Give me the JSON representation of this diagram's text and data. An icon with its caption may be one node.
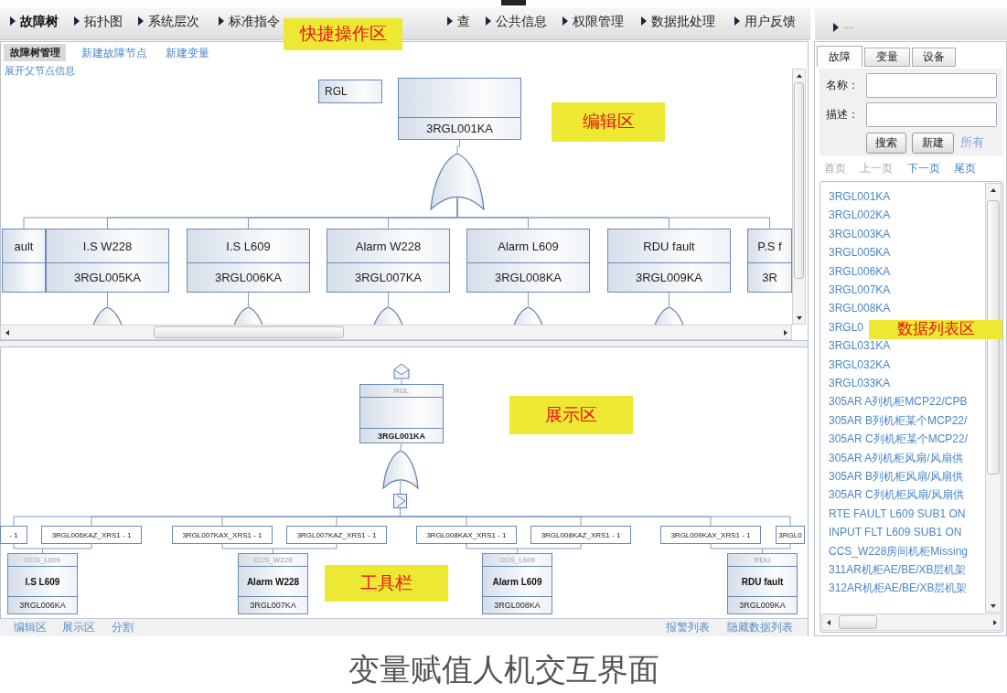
{
  "diagram": {
    "caption": "变量赋值人机交互界面",
    "nodes": [
      {
        "text": [
          "RGL"
        ]
      },
      {
        "text": [
          "3RGL001KA"
        ]
      },
      {
        "text": [],
        "shape": "gate"
      },
      {
        "text": [
          "ault"
        ]
      },
      {
        "text": [
          "I.S W228",
          "3RGL005KA"
        ]
      },
      {
        "text": [
          "I.S L609",
          "3RGL006KA"
        ]
      },
      {
        "text": [
          "Alarm W228",
          "3RGL007KA"
        ]
      },
      {
        "text": [
          "Alarm L609",
          "3RGL008KA"
        ]
      },
      {
        "text": [
          "RDU fault",
          "3RGL009KA"
        ]
      },
      {
        "text": [
          "P.S f",
          "3R"
        ]
      },
      {
        "text": [],
        "shape": "gate"
      },
      {
        "text": [],
        "shape": "gate"
      },
      {
        "text": [],
        "shape": "gate"
      },
      {
        "text": [],
        "shape": "gate"
      },
      {
        "text": [],
        "shape": "gate"
      },
      {
        "text": [],
        "shape": "house"
      },
      {
        "text": [
          "RGL",
          "3RGL001KA"
        ]
      },
      {
        "text": [],
        "shape": "gate"
      },
      {
        "text": [],
        "shape": "box"
      },
      {
        "text": [
          "- 1"
        ]
      },
      {
        "text": [
          "3RGL006KAZ_XRS1 - 1"
        ]
      },
      {
        "text": [
          "3RGL007KAX_XRS1 - 1"
        ]
      },
      {
        "text": [
          "3RGL007KAZ_XRS1 - 1"
        ]
      },
      {
        "text": [
          "3RGL008KAX_XRS1 - 1"
        ]
      },
      {
        "text": [
          "3RGL008KAZ_XRS1 - 1"
        ]
      },
      {
        "text": [
          "3RGL009KAX_XRS1 - 1"
        ]
      },
      {
        "text": [
          "3RGL0"
        ]
      },
      {
        "text": [
          "CCS_L609",
          "I.S L609",
          "3RGL006KA"
        ]
      },
      {
        "text": [
          "CCS_W228",
          "Alarm W228",
          "3RGL007KA"
        ]
      },
      {
        "text": [
          "CCS_L609",
          "Alarm L609",
          "3RGL008KA"
        ]
      },
      {
        "text": [
          "RDU",
          "RDU fault",
          "3RGL009KA"
        ]
      }
    ],
    "edges": [
      {
        "from": 1,
        "to": 2,
        "arrow": "none"
      },
      {
        "from": 2,
        "to": 3,
        "arrow": "none"
      },
      {
        "from": 2,
        "to": 4,
        "arrow": "none"
      },
      {
        "from": 2,
        "to": 5,
        "arrow": "none"
      },
      {
        "from": 2,
        "to": 6,
        "arrow": "none"
      },
      {
        "from": 2,
        "to": 7,
        "arrow": "none"
      },
      {
        "from": 2,
        "to": 8,
        "arrow": "none"
      },
      {
        "from": 2,
        "to": 9,
        "arrow": "none"
      },
      {
        "from": 4,
        "to": 10,
        "arrow": "none"
      },
      {
        "from": 5,
        "to": 11,
        "arrow": "none"
      },
      {
        "from": 6,
        "to": 12,
        "arrow": "none"
      },
      {
        "from": 7,
        "to": 13,
        "arrow": "none"
      },
      {
        "from": 8,
        "to": 14,
        "arrow": "none"
      },
      {
        "from": 15,
        "to": 16,
        "arrow": "none"
      },
      {
        "from": 16,
        "to": 17,
        "arrow": "none"
      },
      {
        "from": 17,
        "to": 18,
        "arrow": "none"
      },
      {
        "from": 18,
        "to": 19,
        "arrow": "none"
      },
      {
        "from": 18,
        "to": 20,
        "arrow": "none"
      },
      {
        "from": 18,
        "to": 21,
        "arrow": "none"
      },
      {
        "from": 18,
        "to": 22,
        "arrow": "none"
      },
      {
        "from": 18,
        "to": 23,
        "arrow": "none"
      },
      {
        "from": 18,
        "to": 24,
        "arrow": "none"
      },
      {
        "from": 18,
        "to": 25,
        "arrow": "none"
      },
      {
        "from": 18,
        "to": 26,
        "arrow": "none"
      },
      {
        "from": 19,
        "to": 27,
        "arrow": "none"
      },
      {
        "from": 20,
        "to": 27,
        "arrow": "none"
      },
      {
        "from": 21,
        "to": 28,
        "arrow": "none"
      },
      {
        "from": 22,
        "to": 28,
        "arrow": "none"
      },
      {
        "from": 23,
        "to": 29,
        "arrow": "none"
      },
      {
        "from": 24,
        "to": 29,
        "arrow": "none"
      },
      {
        "from": 25,
        "to": 30,
        "arrow": "none"
      },
      {
        "from": 26,
        "to": 30,
        "arrow": "none"
      }
    ],
    "labels": [
      "故障树",
      "拓扑图",
      "系统层次",
      "标准指令",
      "快捷操作区",
      "查",
      "公共信息",
      "权限管理",
      "数据批处理",
      "用户反馈",
      "....",
      "故障树管理",
      "新建故障节点",
      "新建变量",
      "展开父节点信息",
      "编辑区",
      "故障",
      "变量",
      "设备",
      "名称：",
      "描述：",
      "搜索",
      "新建",
      "所有",
      "首页",
      "上一页",
      "下一页",
      "尾页",
      "3RGL001KA",
      "3RGL002KA",
      "3RGL003KA",
      "3RGL005KA",
      "3RGL006KA",
      "3RGL007KA",
      "3RGL008KA",
      "3RGL0",
      "3RGL031KA",
      "3RGL032KA",
      "3RGL033KA",
      "305AR A列机柜MCP22/CPB",
      "305AR B列机柜某个MCP22/",
      "305AR C列机柜某个MCP22/",
      "305AR A列机柜风扇/风扇供",
      "305AR B列机柜风扇/风扇供",
      "305AR C列机柜风扇/风扇供",
      "RTE FAULT L609 SUB1 ON",
      "INPUT FLT L609 SUB1 ON",
      "CCS_W228房间机柜Missing",
      "311AR机柜AE/BE/XB层机架",
      "312AR机柜AE/BE/XB层机架",
      "数据列表区",
      "展示区",
      "工具栏",
      "编辑区",
      "展示区",
      "分割",
      "报警列表",
      "隐藏数据列表"
    ]
  }
}
